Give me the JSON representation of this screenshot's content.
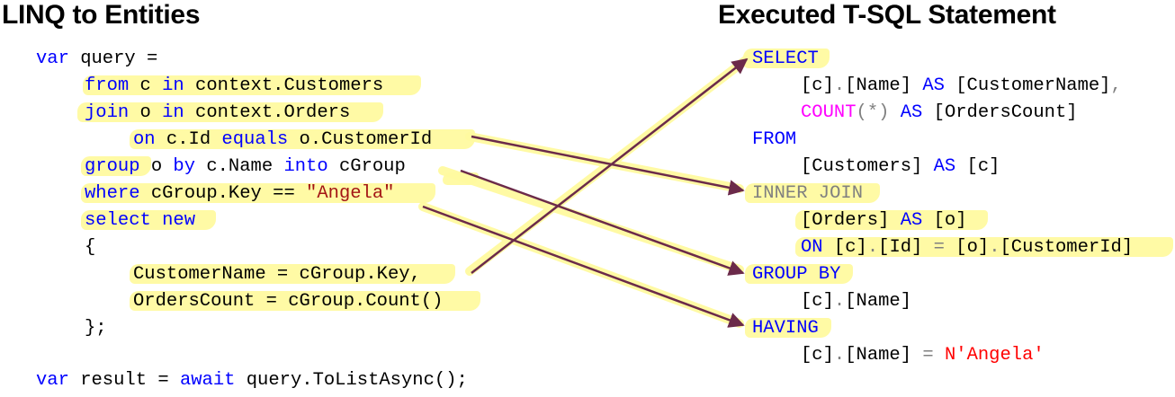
{
  "titles": {
    "left": "LINQ to Entities",
    "right": "Executed T-SQL Statement"
  },
  "colors": {
    "keyword": "#0000ff",
    "string_csharp": "#a31515",
    "function_sql": "#ff00ff",
    "operator_sql": "#808080",
    "string_sql": "#ff0000",
    "highlight": "#fffaa0",
    "arrow": "#6b2a4a"
  },
  "linq": {
    "l1": [
      "var",
      " query ="
    ],
    "l2": [
      "from",
      " c ",
      "in",
      " context.Customers"
    ],
    "l3": [
      "join",
      " o ",
      "in",
      " context.Orders"
    ],
    "l4": [
      "on",
      " c.Id ",
      "equals",
      " o.CustomerId"
    ],
    "l5": [
      "group",
      " o ",
      "by",
      " c.Name ",
      "into",
      " cGroup"
    ],
    "l6": [
      "where",
      " cGroup.Key == ",
      "\"Angela\""
    ],
    "l7": [
      "select",
      " ",
      "new"
    ],
    "l8": "{",
    "l9": "CustomerName = cGroup.Key,",
    "l10": "OrdersCount = cGroup.Count()",
    "l11": "};",
    "l12": [
      "var",
      " result = ",
      "await",
      " query.ToListAsync();"
    ]
  },
  "sql": {
    "s1": "SELECT",
    "s2": [
      "[c]",
      ".",
      "[Name] ",
      "AS",
      " [CustomerName]",
      ","
    ],
    "s3": [
      "COUNT",
      "(*) ",
      "AS",
      " [OrdersCount]"
    ],
    "s4": "FROM",
    "s5": [
      "[Customers] ",
      "AS",
      " [c]"
    ],
    "s6": [
      "INNER JOI",
      "N"
    ],
    "s7": [
      "[Orders] ",
      "AS",
      " [o]"
    ],
    "s8": [
      "ON",
      " [c]",
      ".",
      "[Id] ",
      "=",
      " [o]",
      ".",
      "[CustomerId]"
    ],
    "s9": "GROUP BY",
    "s10": [
      "[c]",
      ".",
      "[Name]"
    ],
    "s11": "HAVING",
    "s12": [
      "[c]",
      ".",
      "[Name] ",
      "=",
      " ",
      "N'Angela'"
    ]
  }
}
